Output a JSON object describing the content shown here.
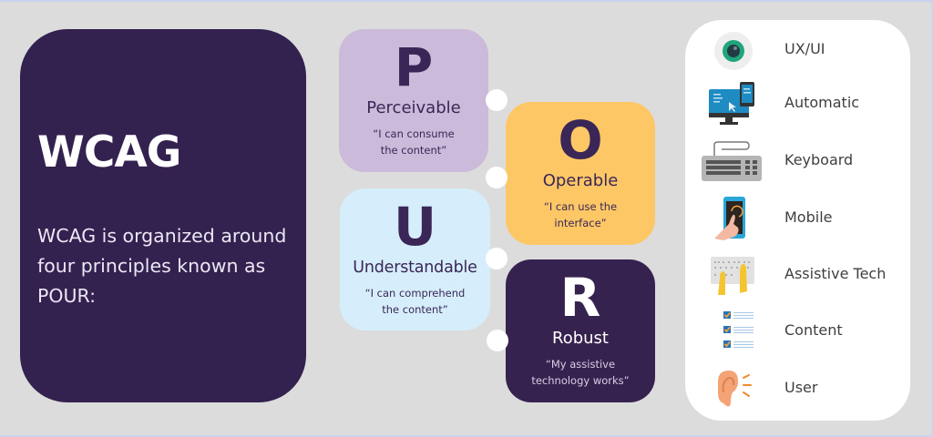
{
  "intro": {
    "title": "WCAG",
    "description": "WCAG is organized around four principles known as POUR:"
  },
  "principles": [
    {
      "letter": "P",
      "name": "Perceivable",
      "quote": "“I can consume the content”",
      "color": "#cbbad9"
    },
    {
      "letter": "O",
      "name": "Operable",
      "quote": "“I can use the interface”",
      "color": "#fdc766"
    },
    {
      "letter": "U",
      "name": "Understandable",
      "quote": "“I can comprehend the content”",
      "color": "#d6eefb"
    },
    {
      "letter": "R",
      "name": "Robust",
      "quote": "“My assistive technology works”",
      "color": "#36224f"
    }
  ],
  "tools": [
    {
      "label": "UX/UI",
      "icon": "eye-icon"
    },
    {
      "label": "Automatic",
      "icon": "monitor-mobile-icon"
    },
    {
      "label": "Keyboard",
      "icon": "keyboard-icon"
    },
    {
      "label": "Mobile",
      "icon": "touch-phone-icon"
    },
    {
      "label": "Assistive Tech",
      "icon": "braille-hands-icon"
    },
    {
      "label": "Content",
      "icon": "checklist-icon"
    },
    {
      "label": "User",
      "icon": "ear-icon"
    }
  ],
  "colors": {
    "background": "#dcdcdc",
    "dark_purple": "#33214f",
    "panel": "#ffffff"
  }
}
